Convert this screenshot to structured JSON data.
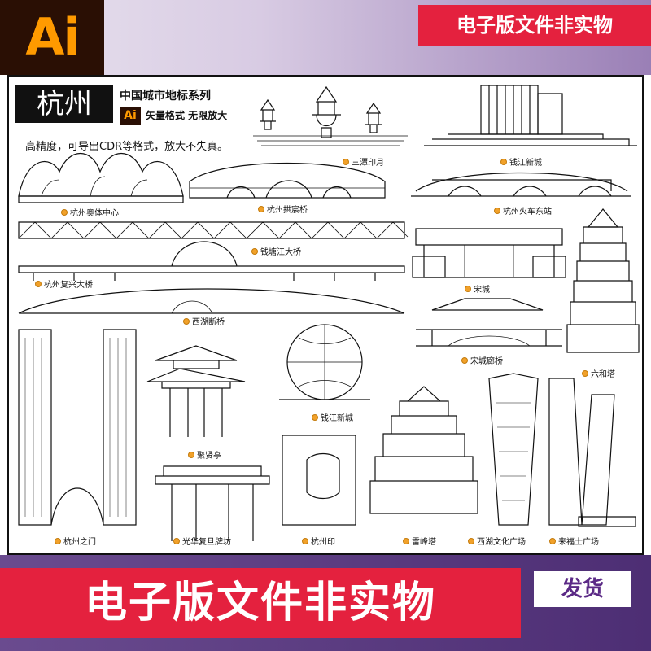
{
  "header": {
    "logo_text": "Ai",
    "ribbon_text": "电子版文件非实物"
  },
  "title_block": {
    "city": "杭州",
    "series": "中国城市地标系列",
    "ai_badge": "Ai",
    "vector_note": "矢量格式 无限放大",
    "precision_note": "高精度，可导出CDR等格式，放大不失真。"
  },
  "landmarks": [
    "三潭印月",
    "钱江新城",
    "杭州奥体中心",
    "杭州拱宸桥",
    "杭州火车东站",
    "钱塘江大桥",
    "杭州复兴大桥",
    "宋城",
    "西湖断桥",
    "六和塔",
    "宋城廊桥",
    "钱江新城",
    "聚贤亭",
    "杭州之门",
    "光华复旦牌坊",
    "杭州印",
    "雷峰塔",
    "西湖文化广场",
    "来福士广场"
  ],
  "footer": {
    "banner_text": "电子版文件非实物",
    "ship_text": "发货"
  },
  "colors": {
    "accent_red": "#e4213e",
    "accent_orange": "#ff9a00",
    "purple": "#5b2a86"
  }
}
